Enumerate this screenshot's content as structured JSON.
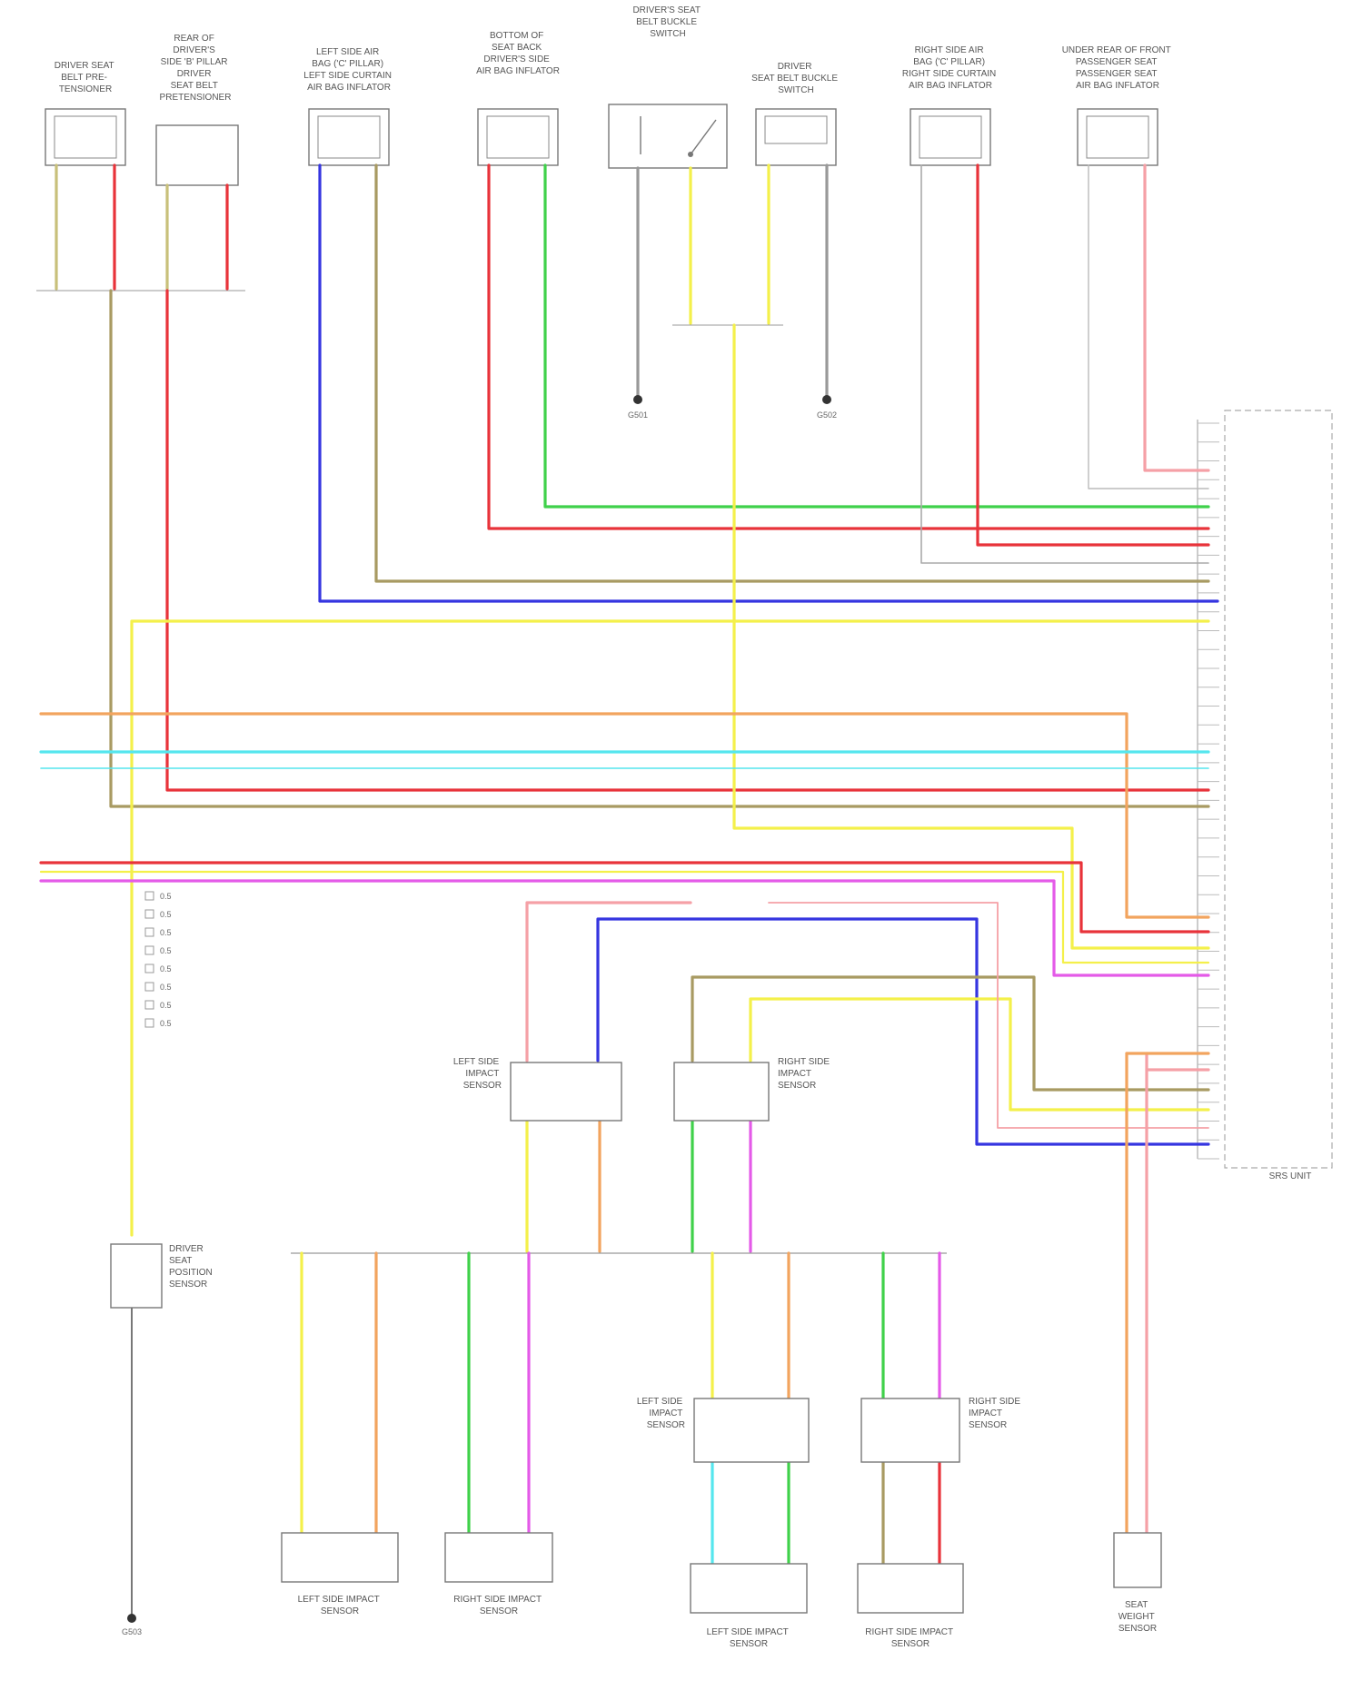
{
  "chart_data": {
    "type": "diagram",
    "components": [
      {
        "id": "c1",
        "lines": [
          "DRIVER SEAT",
          "BELT PRE-",
          "TENSIONER"
        ]
      },
      {
        "id": "c2",
        "lines": [
          "REAR OF",
          "DRIVER'S",
          "SIDE 'B' PILLAR",
          "DRIVER",
          "SEAT BELT",
          "PRETENSIONER"
        ]
      },
      {
        "id": "c3",
        "lines": [
          "LEFT SIDE AIR",
          "BAG ('C' PILLAR)",
          "LEFT SIDE CURTAIN",
          "AIR BAG INFLATOR"
        ]
      },
      {
        "id": "c4",
        "lines": [
          "BOTTOM OF",
          "SEAT BACK",
          "DRIVER'S SIDE",
          "AIR BAG INFLATOR"
        ]
      },
      {
        "id": "c5",
        "lines": [
          "DRIVER'S SEAT",
          "BELT BUCKLE",
          "SWITCH"
        ]
      },
      {
        "id": "c6",
        "lines": [
          "DRIVER",
          "SEAT BELT BUCKLE",
          "SWITCH"
        ]
      },
      {
        "id": "c7",
        "lines": [
          "RIGHT SIDE AIR",
          "BAG ('C' PILLAR)",
          "RIGHT SIDE CURTAIN",
          "AIR BAG INFLATOR"
        ]
      },
      {
        "id": "c8",
        "lines": [
          "UNDER REAR OF FRONT",
          "PASSENGER SEAT",
          "PASSENGER SEAT",
          "AIR BAG INFLATOR"
        ]
      },
      {
        "id": "c9",
        "lines": [
          "LEFT SIDE",
          "IMPACT",
          "SENSOR"
        ]
      },
      {
        "id": "c10",
        "lines": [
          "RIGHT SIDE",
          "IMPACT",
          "SENSOR"
        ]
      },
      {
        "id": "c11",
        "lines": [
          "DRIVER",
          "SEAT",
          "POSITION",
          "SENSOR"
        ]
      },
      {
        "id": "c12",
        "lines": [
          "LEFT SIDE",
          "IMPACT",
          "SENSOR"
        ]
      },
      {
        "id": "c13",
        "lines": [
          "RIGHT SIDE",
          "IMPACT",
          "SENSOR"
        ]
      },
      {
        "id": "c14",
        "lines": [
          "LEFT SIDE IMPACT",
          "SENSOR"
        ]
      },
      {
        "id": "c15",
        "lines": [
          "RIGHT SIDE IMPACT",
          "SENSOR"
        ]
      },
      {
        "id": "c16",
        "lines": [
          "LEFT SIDE IMPACT",
          "SENSOR"
        ]
      },
      {
        "id": "c17",
        "lines": [
          "RIGHT SIDE IMPACT",
          "SENSOR"
        ]
      },
      {
        "id": "c18",
        "lines": [
          "SEAT",
          "WEIGHT",
          "SENSOR"
        ]
      },
      {
        "id": "c19",
        "lines": [
          "SRS UNIT"
        ]
      }
    ],
    "grounds": [
      {
        "id": "g1",
        "lines": [
          "G501"
        ]
      },
      {
        "id": "g2",
        "lines": [
          "G502"
        ]
      },
      {
        "id": "g3",
        "lines": [
          "G503"
        ]
      }
    ],
    "legend": [
      "0.5",
      "0.5",
      "0.5",
      "0.5",
      "0.5",
      "0.5",
      "0.5",
      "0.5"
    ],
    "wire_colors": {
      "red": "#e8333a",
      "green": "#3fd14a",
      "blue": "#3535e0",
      "tan": "#a89a62",
      "yellow": "#f4f04a",
      "orange": "#f2a45e",
      "cyan": "#55e6ee",
      "pink": "#f08ac0",
      "magenta": "#e45ae8",
      "gray": "#999999",
      "light_red": "#f5a0a6",
      "dark_gray": "#777777"
    }
  }
}
